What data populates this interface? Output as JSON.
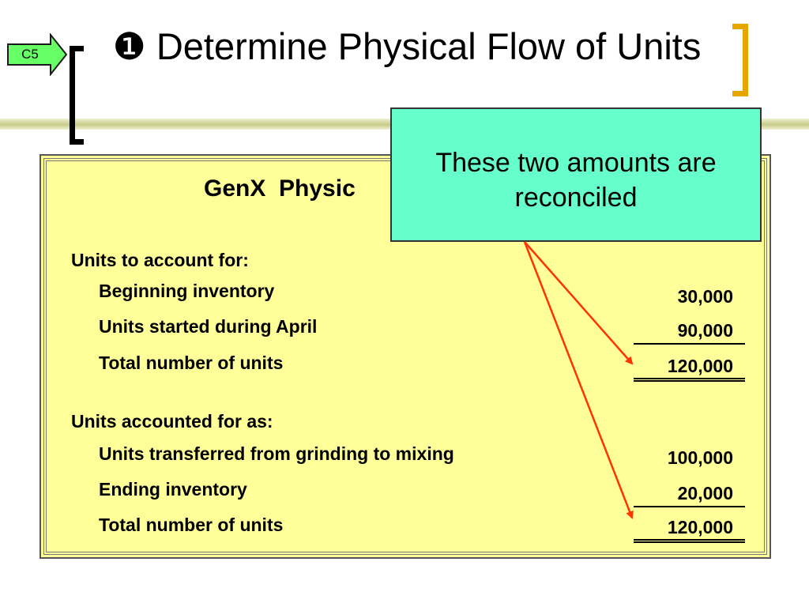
{
  "slide": {
    "tag": "C5",
    "title_bullet": "❶",
    "title": "Determine Physical Flow of Units"
  },
  "report": {
    "title": "GenX  Physic",
    "to_account_header": "Units to account for:",
    "accounted_header": "Units accounted for as:",
    "rows": [
      {
        "label": "Beginning inventory",
        "amount": "30,000"
      },
      {
        "label": "Units started during April",
        "amount": "90,000"
      },
      {
        "label": "Total number of units",
        "amount": "120,000"
      },
      {
        "label": "Units transferred from grinding to mixing",
        "amount": "100,000"
      },
      {
        "label": "Ending inventory",
        "amount": "20,000"
      },
      {
        "label": "Total number of units",
        "amount": "120,000"
      }
    ]
  },
  "callout": {
    "text": "These two amounts are reconciled"
  },
  "colors": {
    "panel": "#ffff99",
    "callout": "#66ffcc",
    "arrow": "#ff3300",
    "tag_fill": "#66ff66",
    "bracket_accent": "#e6a600"
  }
}
